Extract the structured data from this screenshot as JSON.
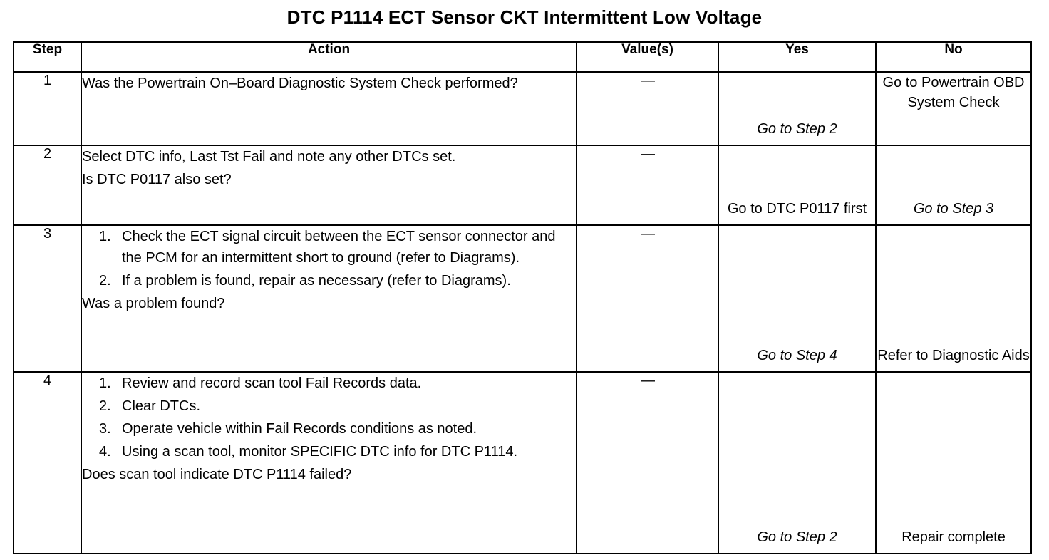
{
  "document": {
    "title": "DTC P1114 ECT Sensor CKT Intermittent Low Voltage"
  },
  "table": {
    "headers": {
      "step": "Step",
      "action": "Action",
      "value": "Value(s)",
      "yes": "Yes",
      "no": "No"
    },
    "rows": [
      {
        "step": "1",
        "action_lead": "Was the Powertrain On–Board Diagnostic System Check performed?",
        "action_items": [],
        "action_tail": "",
        "value": "—",
        "yes": "Go to Step 2",
        "yes_style": "italic",
        "yes_align": "bottom",
        "no": "Go to Powertrain OBD System Check",
        "no_style": "plain",
        "no_align": "top"
      },
      {
        "step": "2",
        "action_lead": "Select DTC info, Last Tst Fail and note any other DTCs set.",
        "action_items": [],
        "action_tail": "Is DTC P0117 also set?",
        "value": "—",
        "yes": "Go to DTC P0117 first",
        "yes_style": "plain",
        "yes_align": "bottom",
        "no": "Go to Step 3",
        "no_style": "italic",
        "no_align": "bottom"
      },
      {
        "step": "3",
        "action_lead": "",
        "action_items": [
          "Check the ECT signal circuit between the ECT sensor connector and the PCM for an intermittent short to ground (refer to Diagrams).",
          "If a problem is found, repair as necessary (refer to Diagrams)."
        ],
        "action_tail": "Was a problem found?",
        "value": "—",
        "yes": "Go to Step 4",
        "yes_style": "italic",
        "yes_align": "bottom",
        "no": "Refer to Diagnostic Aids",
        "no_style": "plain",
        "no_align": "bottom"
      },
      {
        "step": "4",
        "action_lead": "",
        "action_items": [
          "Review and record scan tool Fail Records data.",
          "Clear DTCs.",
          "Operate vehicle within Fail Records conditions as noted.",
          "Using a scan tool, monitor SPECIFIC DTC info for DTC P1114."
        ],
        "action_tail": "Does scan tool indicate DTC P1114 failed?",
        "value": "—",
        "yes": "Go to Step 2",
        "yes_style": "italic",
        "yes_align": "bottom",
        "no": "Repair complete",
        "no_style": "plain",
        "no_align": "bottom"
      }
    ]
  }
}
